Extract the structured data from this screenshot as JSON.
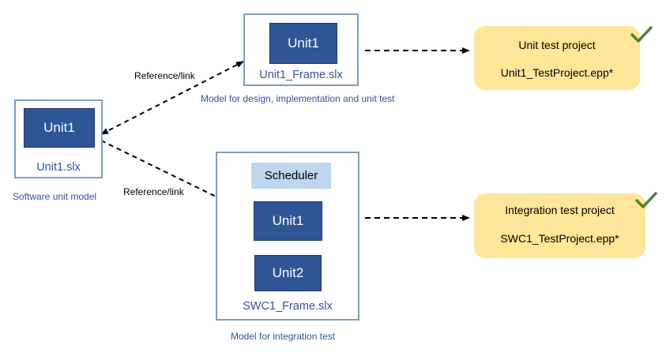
{
  "unit1_slx": {
    "block_label": "Unit1",
    "file_name": "Unit1.slx",
    "caption": "Software unit model"
  },
  "unit1_frame": {
    "block_label": "Unit1",
    "file_name": "Unit1_Frame.slx",
    "caption": "Model for design, implementation and unit test"
  },
  "swc1_frame": {
    "scheduler_label": "Scheduler",
    "block1_label": "Unit1",
    "block2_label": "Unit2",
    "file_name": "SWC1_Frame.slx",
    "caption": "Model for integration test"
  },
  "links": {
    "top_label": "Reference/link",
    "bottom_label": "Reference/link"
  },
  "unit_test_project": {
    "title": "Unit test project",
    "file": "Unit1_TestProject.epp*"
  },
  "integration_test_project": {
    "title": "Integration test project",
    "file": "SWC1_TestProject.epp*"
  },
  "colors": {
    "block_fill": "#2f5597",
    "frame_border": "#7f9db9",
    "scheduler_fill": "#bdd7ee",
    "project_fill": "#ffe699",
    "checkmark": "#548235",
    "caption_text": "#2f5597"
  },
  "icons": {
    "status": "checkmark-icon"
  }
}
